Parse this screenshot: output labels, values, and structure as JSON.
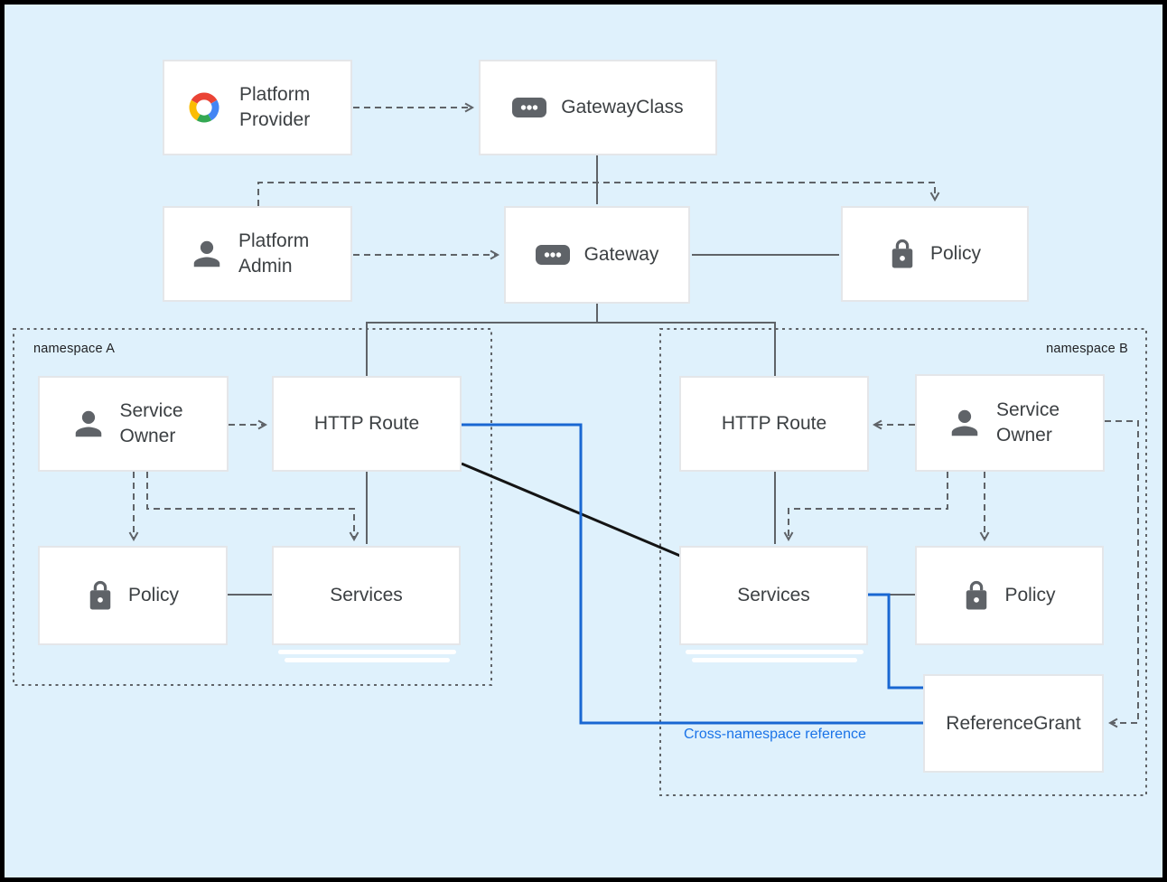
{
  "colors": {
    "background": "#dff1fc",
    "line_gray": "#5f6368",
    "cross_ref_blue": "#1a73e8",
    "blue_line": "#1967d2",
    "black_line": "#141414",
    "node_text": "#3c4043"
  },
  "groups": {
    "namespace_a": {
      "label": "namespace A"
    },
    "namespace_b": {
      "label": "namespace B"
    }
  },
  "nodes": {
    "platform_provider": {
      "label": "Platform Provider",
      "icon": "google-cloud-logo"
    },
    "gateway_class": {
      "label": "GatewayClass",
      "icon": "resource-chip-icon"
    },
    "platform_admin": {
      "label": "Platform Admin",
      "icon": "person-icon"
    },
    "gateway": {
      "label": "Gateway",
      "icon": "resource-chip-icon"
    },
    "policy_top": {
      "label": "Policy",
      "icon": "lock-icon"
    },
    "service_owner_a": {
      "label": "Service Owner",
      "icon": "person-icon"
    },
    "http_route_a": {
      "label": "HTTP Route"
    },
    "policy_a": {
      "label": "Policy",
      "icon": "lock-icon"
    },
    "services_a": {
      "label": "Services"
    },
    "http_route_b": {
      "label": "HTTP Route"
    },
    "service_owner_b": {
      "label": "Service Owner",
      "icon": "person-icon"
    },
    "services_b": {
      "label": "Services"
    },
    "policy_b": {
      "label": "Policy",
      "icon": "lock-icon"
    },
    "reference_grant": {
      "label": "ReferenceGrant"
    }
  },
  "annotations": {
    "cross_namespace": {
      "label": "Cross-namespace reference"
    }
  }
}
